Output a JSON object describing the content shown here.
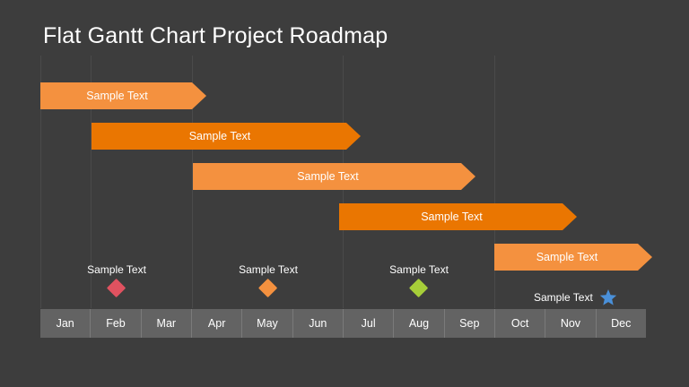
{
  "slide": {
    "title": "Flat Gantt Chart Project Roadmap",
    "background_color": "#3d3d3d",
    "title_color": "#ffffff"
  },
  "colors": {
    "bar_light": "#f4913f",
    "bar_dark": "#ea7601",
    "axis_background": "#636363",
    "axis_divider": "#7a7a7a",
    "gridline": "#4a4a4a",
    "milestone_red": "#e05260",
    "milestone_orange": "#f4913f",
    "milestone_green": "#a6ce39",
    "milestone_blue": "#4a90d9"
  },
  "chart_data": {
    "type": "bar",
    "title": "Flat Gantt Chart Project Roadmap",
    "xlabel": "",
    "ylabel": "",
    "grid": true,
    "legend_position": "none",
    "categories": [
      "Jan",
      "Feb",
      "Mar",
      "Apr",
      "May",
      "Jun",
      "Jul",
      "Aug",
      "Sep",
      "Oct",
      "Nov",
      "Dec"
    ],
    "axis_months": [
      {
        "label": "Jan"
      },
      {
        "label": "Feb"
      },
      {
        "label": "Mar"
      },
      {
        "label": "Apr"
      },
      {
        "label": "May"
      },
      {
        "label": "Jun"
      },
      {
        "label": "Jul"
      },
      {
        "label": "Aug"
      },
      {
        "label": "Sep"
      },
      {
        "label": "Oct"
      },
      {
        "label": "Nov"
      },
      {
        "label": "Dec"
      }
    ],
    "tasks": [
      {
        "label": "Sample Text",
        "start_month": "Jan",
        "end_month": "Mar",
        "start_index": 0,
        "end_index": 3,
        "color": "#f4913f",
        "shade": "light",
        "row": 0
      },
      {
        "label": "Sample Text",
        "start_month": "Feb",
        "end_month": "Jun",
        "start_index": 1,
        "end_index": 6,
        "color": "#ea7601",
        "shade": "dark",
        "row": 1
      },
      {
        "label": "Sample Text",
        "start_month": "Mar",
        "end_month": "Aug",
        "start_index": 3,
        "end_index": 8,
        "color": "#f4913f",
        "shade": "light",
        "row": 2
      },
      {
        "label": "Sample Text",
        "start_month": "Jul",
        "end_month": "Oct",
        "start_index": 6,
        "end_index": 10,
        "color": "#ea7601",
        "shade": "dark",
        "row": 3
      },
      {
        "label": "Sample Text",
        "start_month": "Oct",
        "end_month": "Dec",
        "start_index": 9,
        "end_index": 12,
        "color": "#f4913f",
        "shade": "light",
        "row": 4
      }
    ],
    "milestones": [
      {
        "label": "Sample Text",
        "month": "Feb",
        "shape": "diamond",
        "color": "#e05260"
      },
      {
        "label": "Sample Text",
        "month": "May",
        "shape": "diamond",
        "color": "#f4913f"
      },
      {
        "label": "Sample Text",
        "month": "Aug",
        "shape": "diamond",
        "color": "#a6ce39"
      },
      {
        "label": "Sample Text",
        "month": "Dec",
        "shape": "star",
        "color": "#4a90d9"
      }
    ]
  }
}
